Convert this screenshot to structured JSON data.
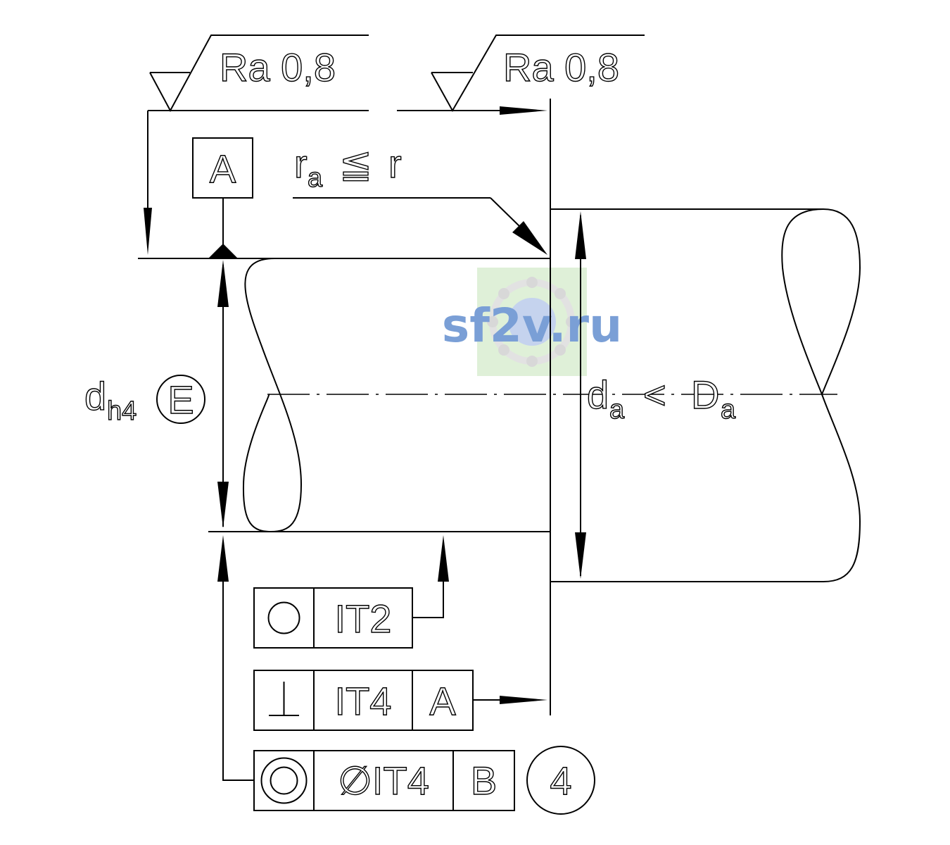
{
  "surface_roughness": [
    {
      "label": "Ra 0,8"
    },
    {
      "label": "Ra 0,8"
    }
  ],
  "datum_a": "A",
  "fillet_radius": {
    "r": "r",
    "sub": "a",
    "op": "≦",
    "rhs": "r"
  },
  "shaft_diameter": {
    "symbol": "d",
    "sub": "h4",
    "envelope": "E"
  },
  "abutment_diameter": {
    "d": "d",
    "d_sub": "a",
    "op": "<",
    "D": "D",
    "D_sub": "a"
  },
  "tolerance_frames": {
    "roundness": {
      "symbol": "○",
      "value": "IT2"
    },
    "perpendicularity": {
      "symbol": "⊥",
      "value": "IT4",
      "datum": "A"
    },
    "coaxiality": {
      "symbol": "◎",
      "value": "∅IT4",
      "datum": "B",
      "note": "4"
    }
  },
  "watermark": {
    "text": "sf2v.ru",
    "color": "#7a9fd6",
    "bg": "#dff0d8"
  }
}
